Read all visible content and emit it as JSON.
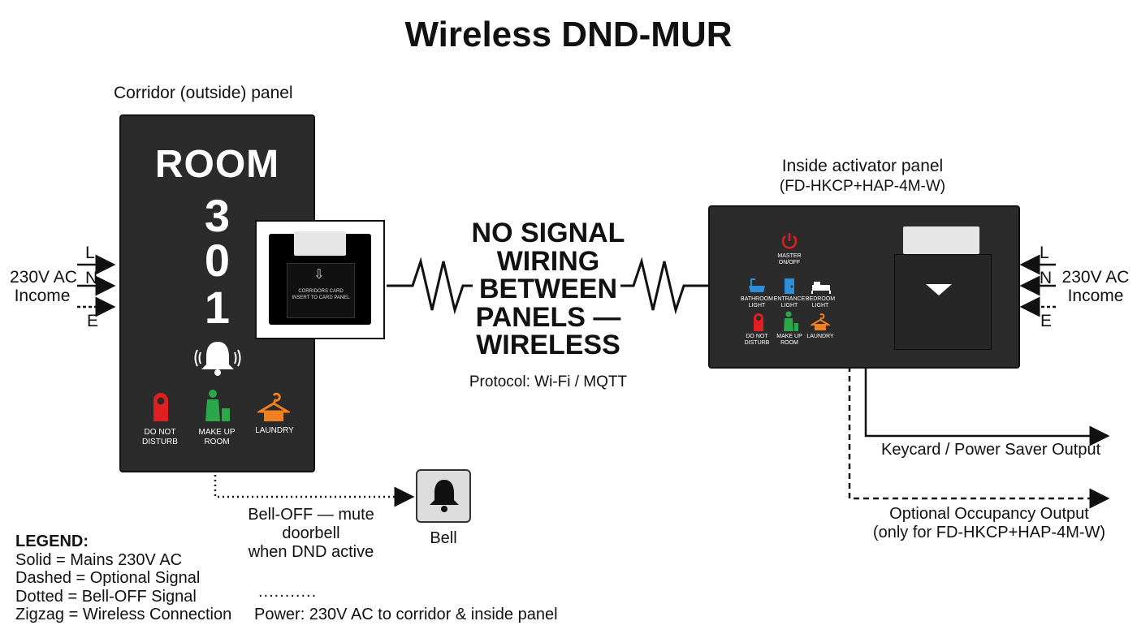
{
  "title": "Wireless DND-MUR",
  "corridor": {
    "heading": "Corridor (outside) panel",
    "room_word": "ROOM",
    "digits": [
      "3",
      "0",
      "1"
    ],
    "services": [
      {
        "label": "DO NOT DISTURB",
        "color": "#e02020",
        "icon": "door-hanger-icon"
      },
      {
        "label": "MAKE UP ROOM",
        "color": "#2aa84a",
        "icon": "housekeeper-icon"
      },
      {
        "label": "LAUNDRY",
        "color": "#f08020",
        "icon": "hanger-icon"
      }
    ],
    "card_slot_text": "CORRIDORS CARD INSERT TO CARD PANEL"
  },
  "middle": {
    "lines": [
      "NO SIGNAL",
      "WIRING",
      "BETWEEN",
      "PANELS —",
      "WIRELESS"
    ],
    "protocol": "Protocol: Wi-Fi / MQTT"
  },
  "inside": {
    "heading": "Inside activator panel",
    "model": "(FD-HKCP+HAP-4M-W)",
    "master_label": "MASTER ON/OFF",
    "buttons": [
      {
        "label": "BATHROOM LIGHT",
        "color": "#2c8fd6",
        "icon": "bathtub-icon"
      },
      {
        "label": "ENTRANCE LIGHT",
        "color": "#2c8fd6",
        "icon": "door-icon"
      },
      {
        "label": "BEDROOM LIGHT",
        "color": "#ffffff",
        "icon": "bed-icon"
      },
      {
        "label": "DO NOT DISTURB",
        "color": "#e02020",
        "icon": "door-hanger-icon"
      },
      {
        "label": "MAKE UP ROOM",
        "color": "#2aa84a",
        "icon": "housekeeper-icon"
      },
      {
        "label": "LAUNDRY",
        "color": "#f08020",
        "icon": "hanger-icon"
      }
    ]
  },
  "power_left": {
    "label": "230V AC",
    "sub": "Income",
    "wires": [
      "L",
      "N",
      "E"
    ]
  },
  "power_right": {
    "label": "230V AC",
    "sub": "Income",
    "wires": [
      "L",
      "N",
      "E"
    ]
  },
  "outputs": {
    "keycard": "Keycard / Power Saver Output",
    "occupancy_line1": "Optional Occupancy Output",
    "occupancy_line2": "(only for FD-HKCP+HAP-4M-W)"
  },
  "bell": {
    "note_line1": "Bell-OFF — mute doorbell",
    "note_line2": "when DND active",
    "label": "Bell"
  },
  "legend": {
    "heading": "LEGEND:",
    "items": [
      "Solid = Mains 230V AC",
      "Dashed = Optional Signal",
      "Dotted = Bell-OFF Signal",
      "Zigzag = Wireless Connection"
    ],
    "dots": "...........",
    "power_note": "Power: 230V AC to corridor & inside panel"
  },
  "colors": {
    "panel": "#2b2b2b",
    "red": "#e02020",
    "green": "#2aa84a",
    "orange": "#f08020",
    "blue": "#2c8fd6"
  }
}
